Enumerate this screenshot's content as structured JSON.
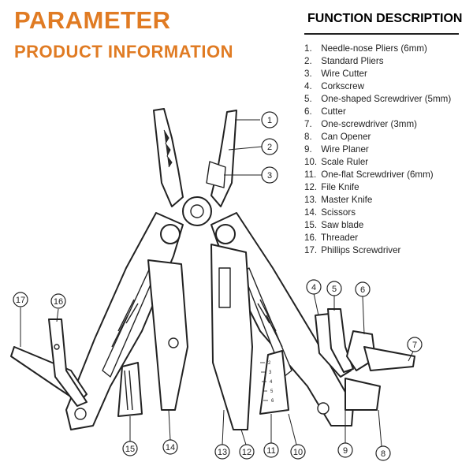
{
  "header": {
    "title": "PARAMETER",
    "subtitle": "PRODUCT INFORMATION",
    "accent_color": "#E07B23"
  },
  "function_description": {
    "title": "FUNCTION DESCRIPTION",
    "items": [
      {
        "number": "1.",
        "label": "Needle-nose Pliers (6mm)"
      },
      {
        "number": "2.",
        "label": "Standard Pliers"
      },
      {
        "number": "3.",
        "label": "Wire Cutter"
      },
      {
        "number": "4.",
        "label": "Corkscrew"
      },
      {
        "number": "5.",
        "label": "One-shaped Screwdriver (5mm)"
      },
      {
        "number": "6.",
        "label": "Cutter"
      },
      {
        "number": "7.",
        "label": "One-screwdriver (3mm)"
      },
      {
        "number": "8.",
        "label": "Can Opener"
      },
      {
        "number": "9.",
        "label": "Wire Planer"
      },
      {
        "number": "10.",
        "label": "Scale Ruler"
      },
      {
        "number": "11.",
        "label": "One-flat Screwdriver (6mm)"
      },
      {
        "number": "12.",
        "label": "File Knife"
      },
      {
        "number": "13.",
        "label": "Master Knife"
      },
      {
        "number": "14.",
        "label": "Scissors"
      },
      {
        "number": "15.",
        "label": "Saw blade"
      },
      {
        "number": "16.",
        "label": "Threader"
      },
      {
        "number": "17.",
        "label": "Phillips Screwdriver"
      }
    ]
  },
  "callouts": [
    "1",
    "2",
    "3",
    "4",
    "5",
    "6",
    "7",
    "8",
    "9",
    "10",
    "11",
    "12",
    "13",
    "14",
    "15",
    "16",
    "17"
  ],
  "ruler_marks": [
    "2",
    "3",
    "4",
    "5",
    "6"
  ]
}
